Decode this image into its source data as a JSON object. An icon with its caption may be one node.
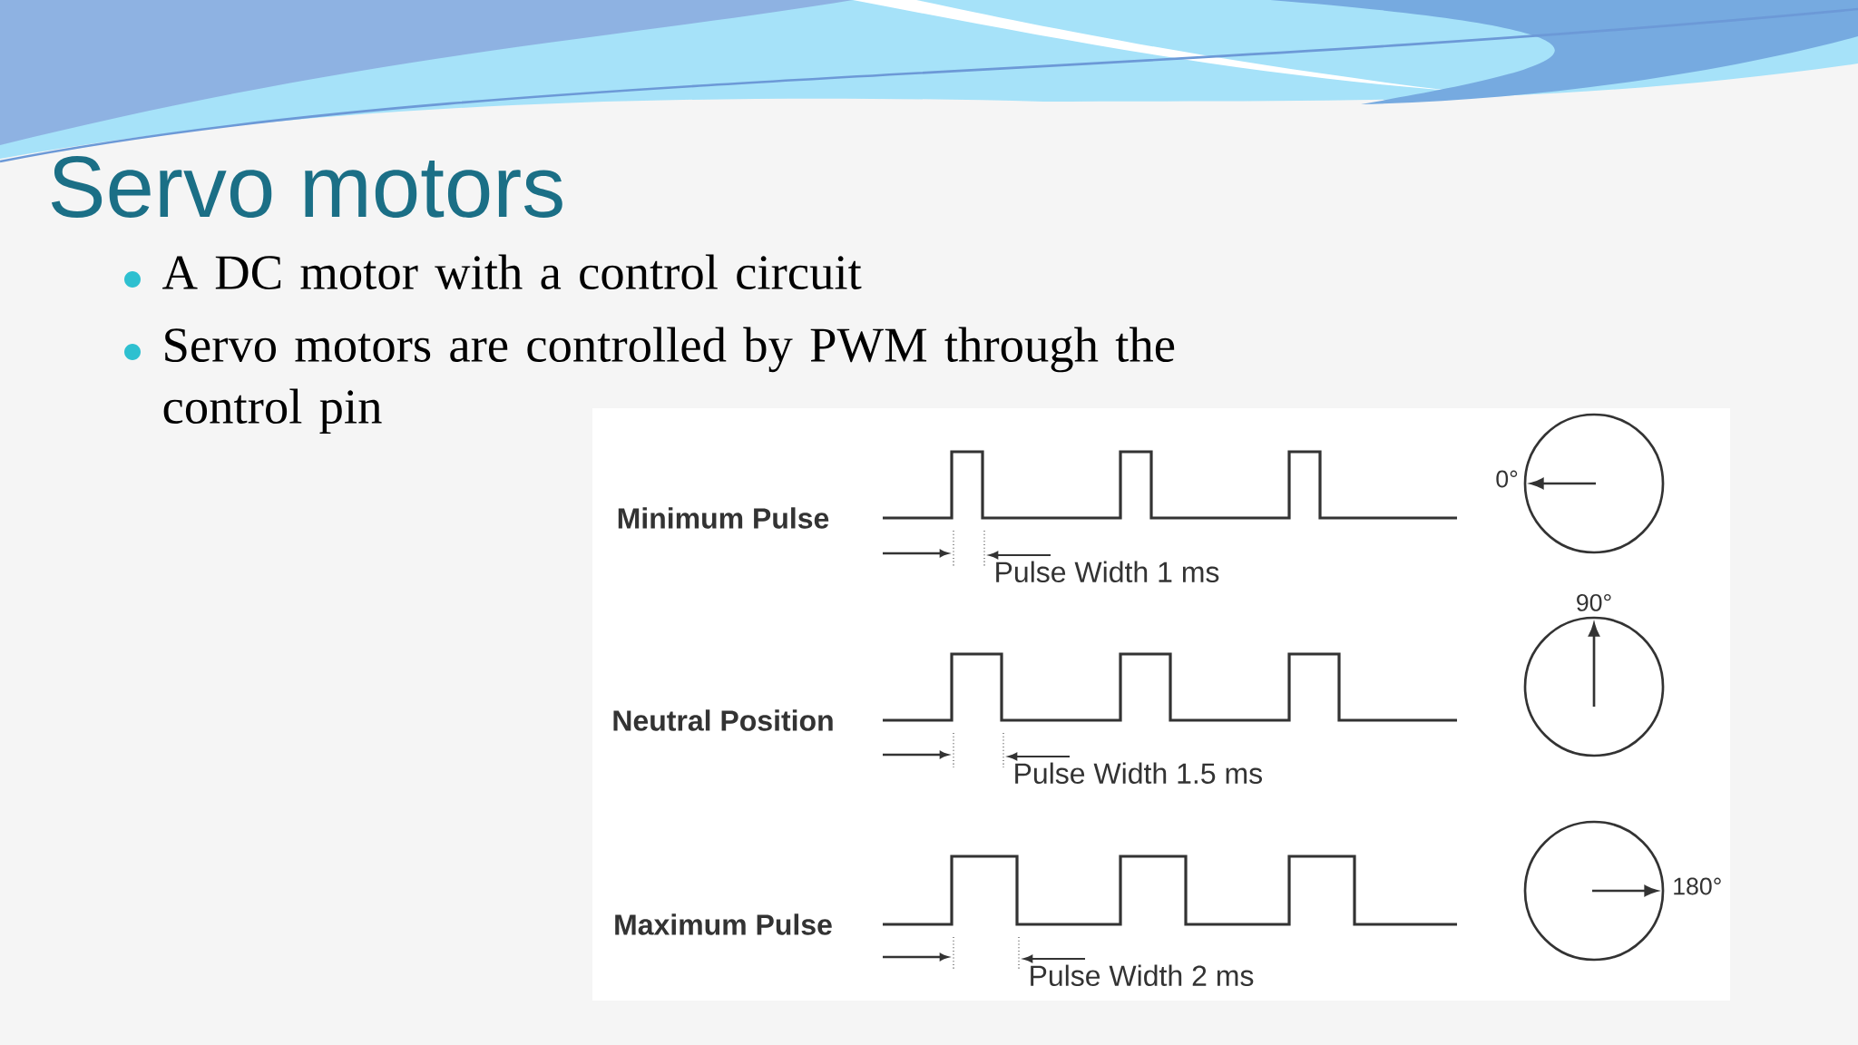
{
  "diagram": {
    "title": "Servo motors",
    "nodes": [
      {
        "text": [],
        "shape": "circle",
        "beside": [
          "0°"
        ]
      },
      {
        "text": [],
        "shape": "circle",
        "beside": [
          "90°"
        ]
      },
      {
        "text": [],
        "shape": "circle",
        "beside": [
          "180°"
        ]
      }
    ],
    "labels": [
      "A DC motor with a control circuit",
      "Servo motors are controlled by PWM through the control pin",
      "Minimum Pulse",
      "Pulse Width 1 ms",
      "Neutral Position",
      "Pulse Width 1.5 ms",
      "Maximum Pulse",
      "Pulse Width 2 ms"
    ]
  }
}
